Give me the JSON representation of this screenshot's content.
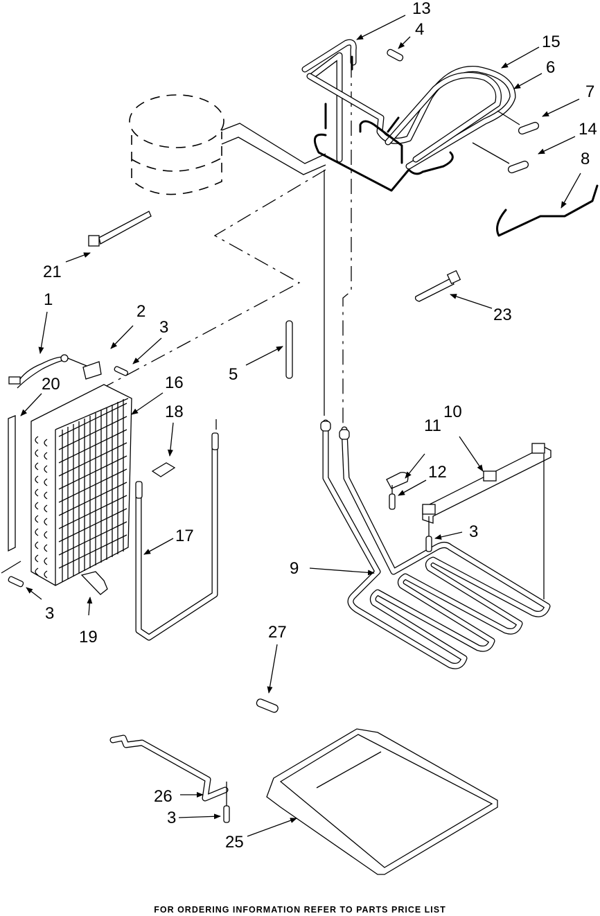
{
  "diagram": {
    "type": "exploded parts diagram",
    "callouts": [
      {
        "id": "callout-13",
        "label": "13"
      },
      {
        "id": "callout-4",
        "label": "4"
      },
      {
        "id": "callout-15",
        "label": "15"
      },
      {
        "id": "callout-6",
        "label": "6"
      },
      {
        "id": "callout-7",
        "label": "7"
      },
      {
        "id": "callout-14",
        "label": "14"
      },
      {
        "id": "callout-8",
        "label": "8"
      },
      {
        "id": "callout-21",
        "label": "21"
      },
      {
        "id": "callout-23",
        "label": "23"
      },
      {
        "id": "callout-1",
        "label": "1"
      },
      {
        "id": "callout-2",
        "label": "2"
      },
      {
        "id": "callout-3a",
        "label": "3"
      },
      {
        "id": "callout-5",
        "label": "5"
      },
      {
        "id": "callout-20",
        "label": "20"
      },
      {
        "id": "callout-16",
        "label": "16"
      },
      {
        "id": "callout-18",
        "label": "18"
      },
      {
        "id": "callout-10",
        "label": "10"
      },
      {
        "id": "callout-11",
        "label": "11"
      },
      {
        "id": "callout-12",
        "label": "12"
      },
      {
        "id": "callout-3b",
        "label": "3"
      },
      {
        "id": "callout-17",
        "label": "17"
      },
      {
        "id": "callout-9",
        "label": "9"
      },
      {
        "id": "callout-3c",
        "label": "3"
      },
      {
        "id": "callout-19",
        "label": "19"
      },
      {
        "id": "callout-27",
        "label": "27"
      },
      {
        "id": "callout-26",
        "label": "26"
      },
      {
        "id": "callout-3d",
        "label": "3"
      },
      {
        "id": "callout-25",
        "label": "25"
      }
    ]
  },
  "footer": {
    "note": "FOR ORDERING INFORMATION REFER TO PARTS PRICE LIST"
  }
}
